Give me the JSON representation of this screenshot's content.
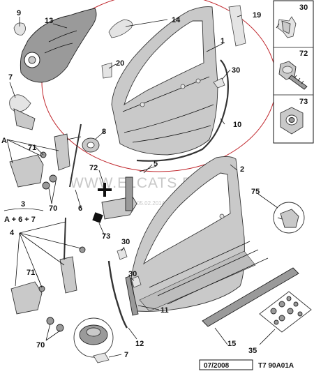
{
  "callouts": {
    "c9": "9",
    "c13": "13",
    "c14": "14",
    "c19": "19",
    "c1": "1",
    "c20": "20",
    "c30a": "30",
    "c7a": "7",
    "c10": "10",
    "c8": "8",
    "cA": "A",
    "c71a": "71",
    "c70a": "70",
    "c5": "5",
    "c2": "2",
    "c72": "72",
    "c6": "6",
    "c73": "73",
    "c75": "75",
    "c4": "4",
    "c30b": "30",
    "c30c": "30",
    "c71b": "71",
    "c11": "11",
    "c70b": "70",
    "c12": "12",
    "c7b": "7",
    "c15": "15",
    "c35": "35"
  },
  "group_label": {
    "number": "3",
    "formula": "A + 6 + 7"
  },
  "side_panels": [
    {
      "label": "30",
      "icon": "clip-fastener-icon"
    },
    {
      "label": "72",
      "icon": "hex-screw-icon"
    },
    {
      "label": "73",
      "icon": "hex-nut-icon"
    }
  ],
  "watermark": {
    "text": "WWW.ELCATS.RU",
    "date": "05.02.2014"
  },
  "footer": {
    "date_code": "07/2008",
    "ref_code": "T7 90A01A"
  },
  "colors": {
    "ellipse": "#c0272d",
    "line": "#111111",
    "part_fill": "#c9c9c9"
  }
}
